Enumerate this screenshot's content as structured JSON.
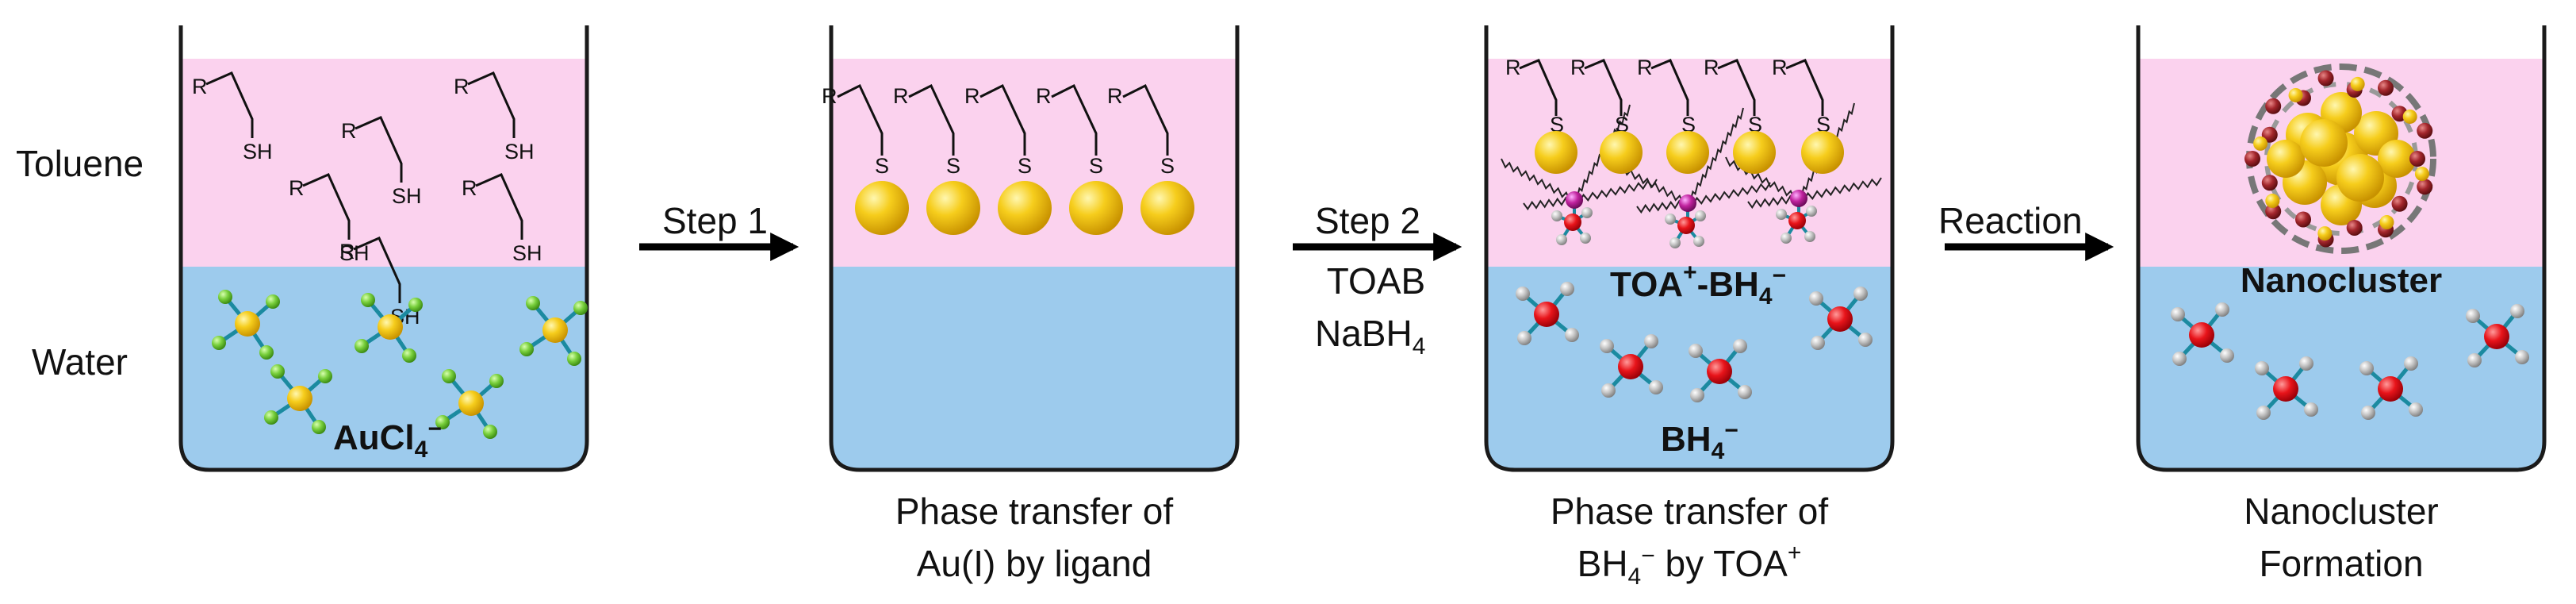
{
  "phase_labels": {
    "toluene": "Toluene",
    "water": "Water"
  },
  "colors": {
    "toluene": "#fbd2ee",
    "water": "#9dcbed",
    "gold": "#f3c61a",
    "hydrogen": "#bdbdbd",
    "boron": "#e8141a",
    "chlorine": "#78cf3c",
    "bond": "#1b8aa0"
  },
  "molecule_text": {
    "r": "R",
    "sh": "SH",
    "s": "S"
  },
  "beakers": [
    {
      "bottom_main": "AuCl",
      "bottom_sub": "4",
      "bottom_sup": "−",
      "caption": []
    },
    {
      "caption": [
        "Phase transfer of",
        "Au(I) by ligand"
      ]
    },
    {
      "interface_main": "TOA",
      "interface_sup1": "+",
      "interface_mid": "-BH",
      "interface_sub": "4",
      "interface_sup2": "−",
      "bottom_main": "BH",
      "bottom_sub": "4",
      "bottom_sup": "−",
      "caption_line1": "Phase transfer of",
      "caption_line2_main": "BH",
      "caption_line2_sub": "4",
      "caption_line2_sup": "−",
      "caption_line2_rest": " by TOA",
      "caption_line2_sup2": "+"
    },
    {
      "interface": "Nanocluster",
      "caption": [
        "Nanocluster",
        "Formation"
      ]
    }
  ],
  "arrows": [
    {
      "label": "Step 1"
    },
    {
      "label": "Step 2",
      "reagent1": "TOAB",
      "reagent2_main": "NaBH",
      "reagent2_sub": "4"
    },
    {
      "label": "Reaction"
    }
  ]
}
